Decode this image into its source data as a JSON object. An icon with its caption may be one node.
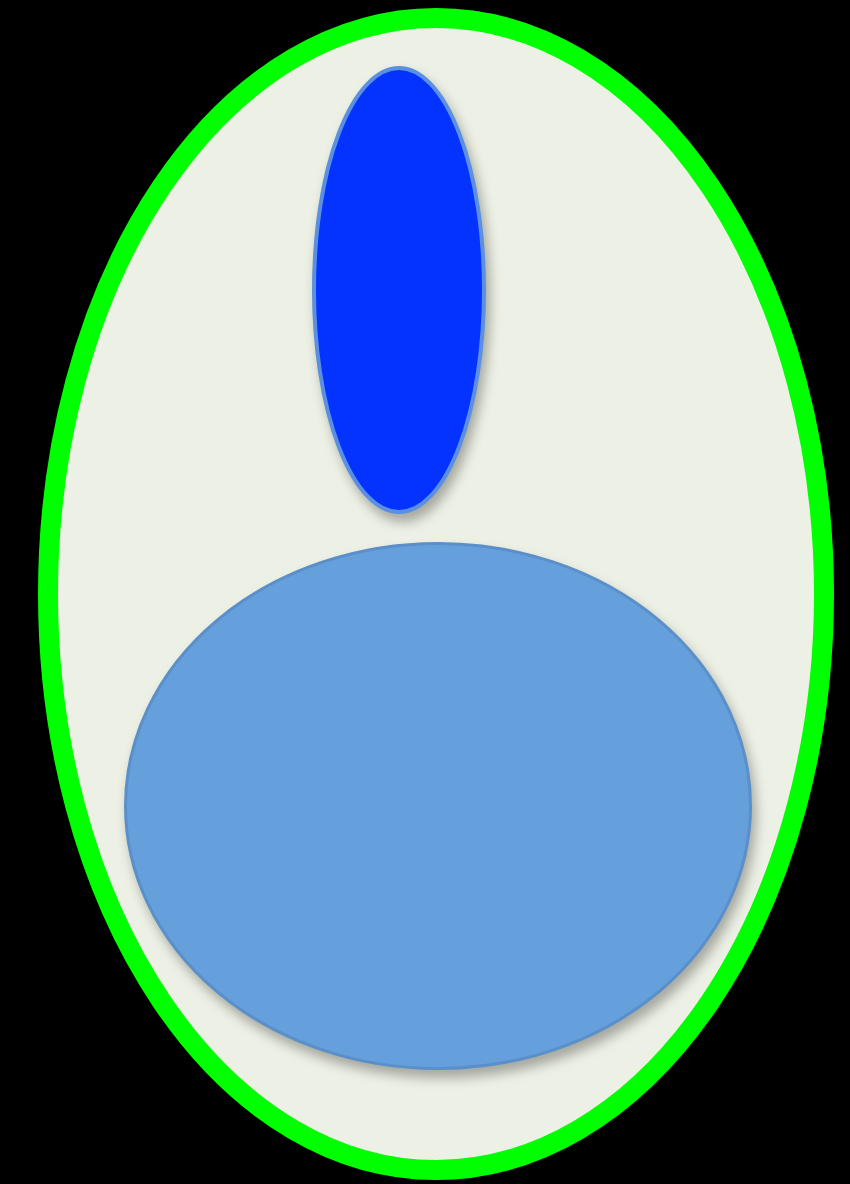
{
  "diagram": {
    "nodes": [
      {
        "text": [],
        "shape": "ellipse"
      },
      {
        "text": [],
        "shape": "ellipse",
        "in": 0
      },
      {
        "text": [],
        "shape": "ellipse",
        "in": 0
      }
    ]
  }
}
